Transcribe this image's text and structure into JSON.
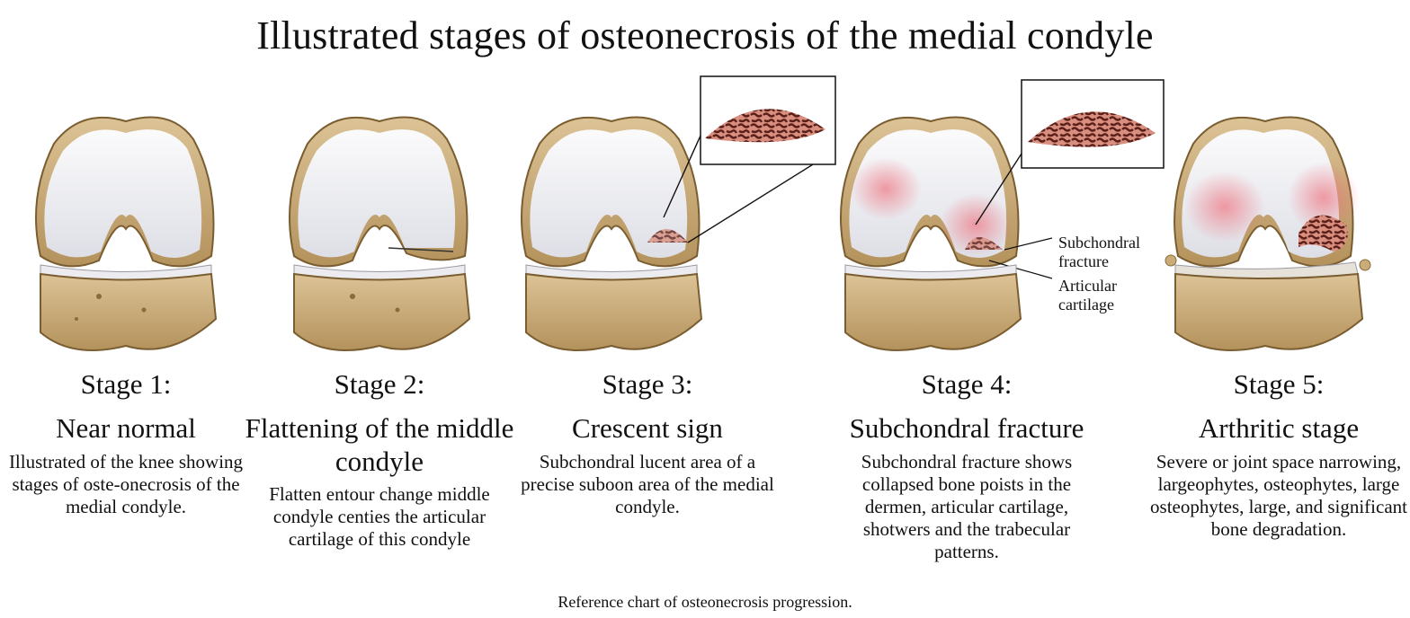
{
  "title": "Illustrated stages of osteonecrosis of the medial condyle",
  "stages": [
    {
      "label": "Stage 1:",
      "name": "Near normal",
      "description": "Illustrated of the knee showing stages of oste-onecrosis of the medial condyle."
    },
    {
      "label": "Stage 2:",
      "name": "Flattening of the middle condyle",
      "description": "Flatten entour change middle condyle centies the articular cartilage of this condyle"
    },
    {
      "label": "Stage 3:",
      "name": "Crescent sign",
      "description": "Subchondral lucent area of a precise suboon area of the medial condyle."
    },
    {
      "label": "Stage 4:",
      "name": "Subchondral fracture",
      "description": "Subchondral fracture shows collapsed bone poists in the dermen, articular cartilage, shotwers and the trabecular patterns."
    },
    {
      "label": "Stage 5:",
      "name": "Arthritic stage",
      "description": "Severe or joint space narrowing, largeophytes, osteophytes, large osteophytes, large, and significant bone degradation."
    }
  ],
  "callouts": {
    "subchondral_fracture": "Subchondral fracture",
    "articular_cartilage": "Articular cartilage"
  },
  "caption": "Reference chart of osteonecrosis progression.",
  "colors": {
    "bone": "#c9ac78",
    "bone_dark": "#8a6c3c",
    "cartilage": "#f3f3f5",
    "necrosis": "#e4485a",
    "trabecula": "#6b2a22"
  }
}
